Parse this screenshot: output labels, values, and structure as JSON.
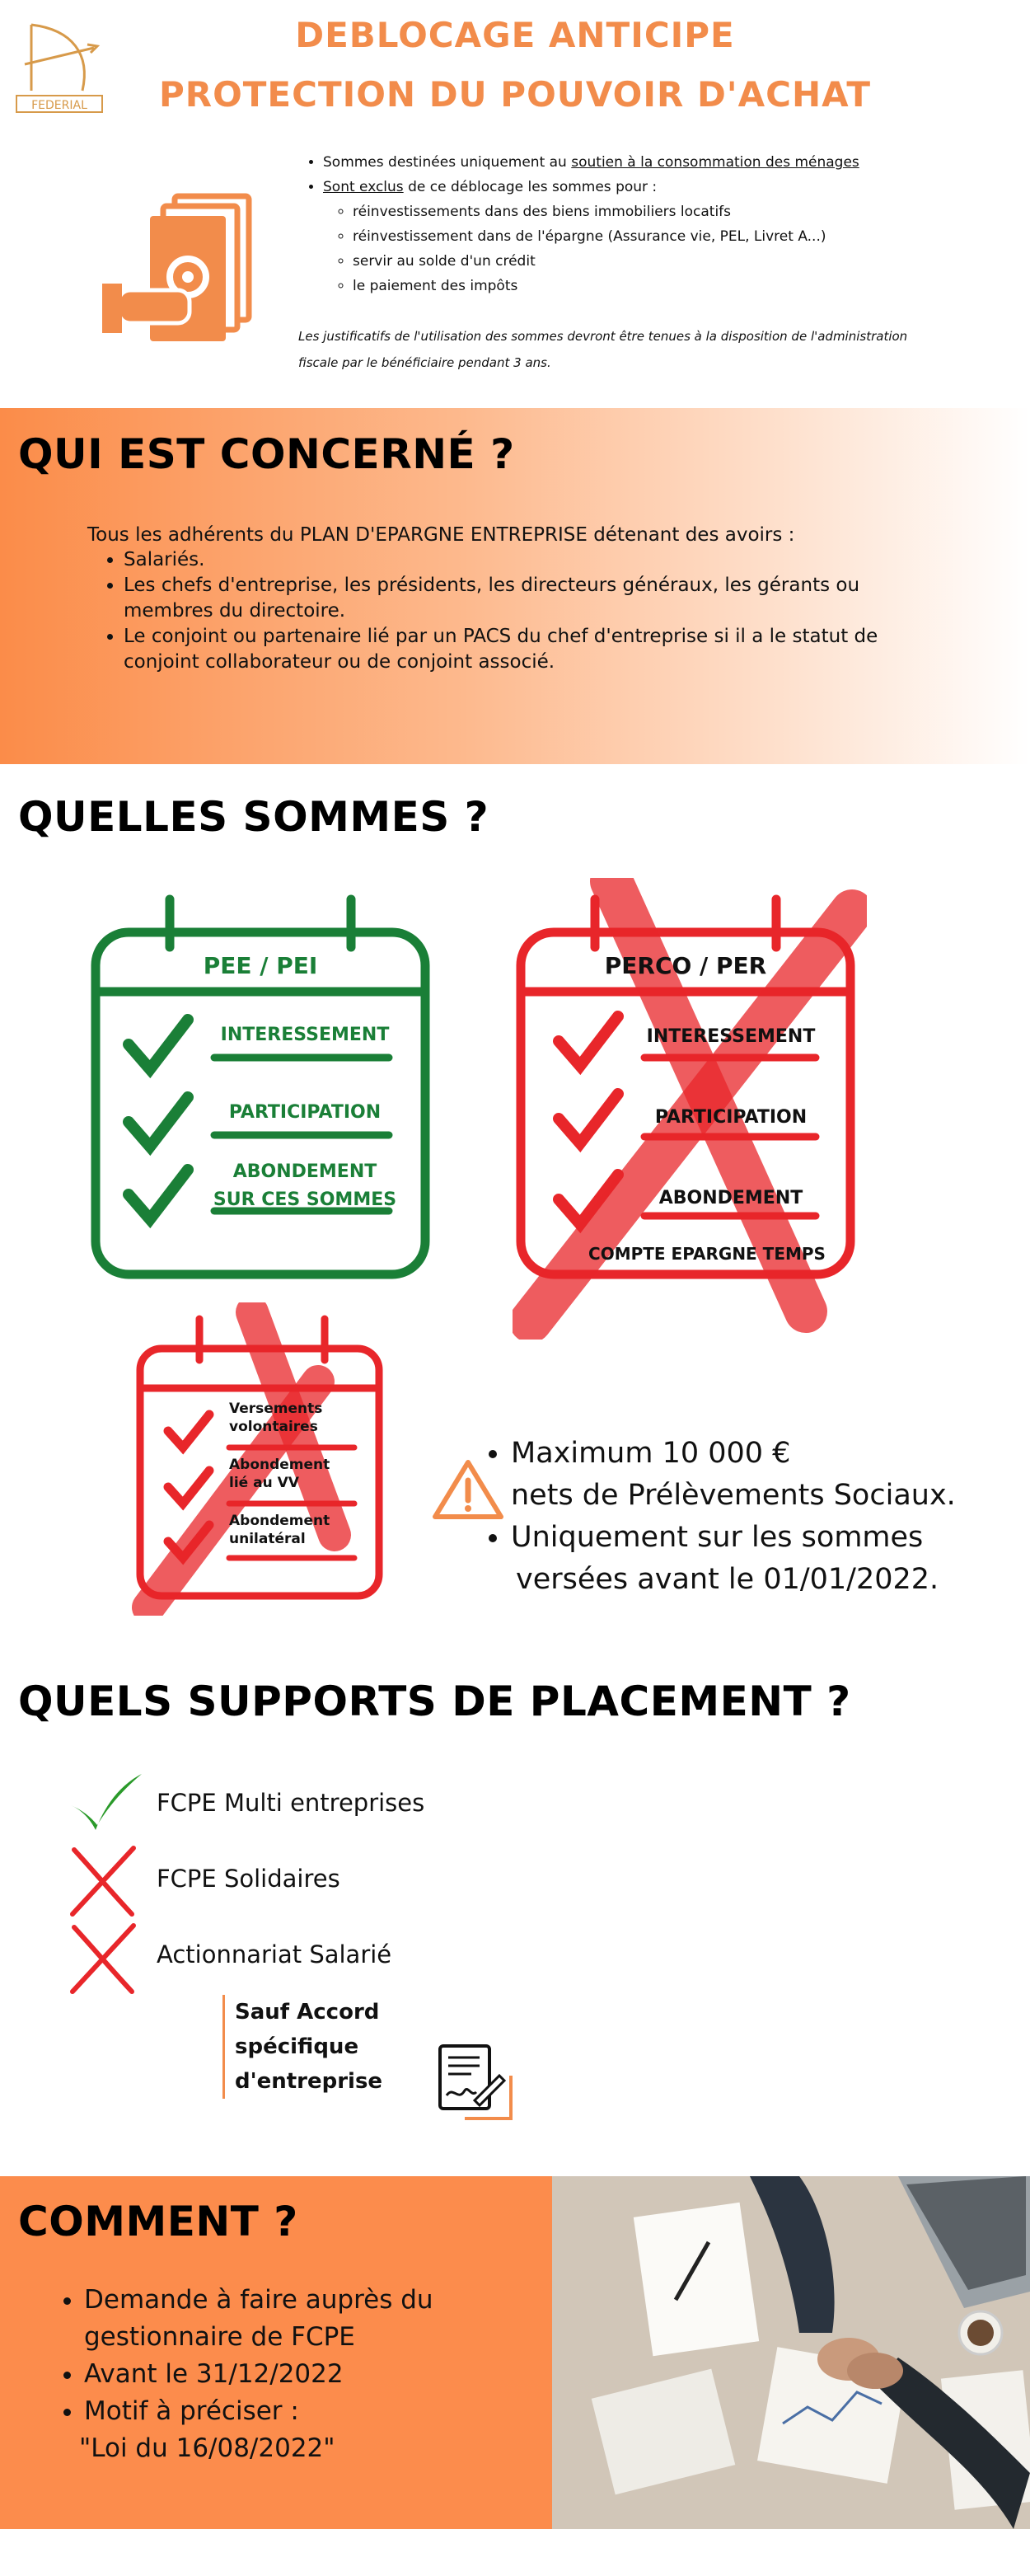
{
  "header": {
    "logo_text": "FEDERIAL",
    "title_line1": "DEBLOCAGE ANTICIPE",
    "title_line2": "PROTECTION DU POUVOIR D'ACHAT"
  },
  "intro": {
    "b1_prefix": "Sommes destinées uniquement au ",
    "b1_link": "soutien à la consommation des ménages",
    "b2_link": "Sont exclus",
    "b2_suffix": " de ce déblocage les sommes pour :",
    "exclusions": [
      "réinvestissements dans des biens immobiliers locatifs",
      "réinvestissement dans de l'épargne (Assurance vie, PEL, Livret A...)",
      "servir au solde d'un crédit",
      "le paiement des impôts"
    ],
    "note_line1": "Les justificatifs  de l'utilisation des sommes devront être tenues à la disposition de l'administration",
    "note_line2": "fiscale par le bénéficiaire pendant 3 ans."
  },
  "qui": {
    "heading": "QUI EST CONCERNÉ ?",
    "intro": "Tous les adhérents du PLAN D'EPARGNE ENTREPRISE détenant des avoirs :",
    "items": [
      "Salariés.",
      "Les chefs d'entreprise, les présidents, les directeurs généraux, les gérants ou membres du directoire.",
      "Le conjoint ou partenaire lié par un PACS du chef d'entreprise si il a le statut de conjoint collaborateur ou de conjoint associé."
    ]
  },
  "sommes": {
    "heading": "QUELLES SOMMES ?",
    "pee": {
      "title": "PEE / PEI",
      "items": [
        "INTERESSEMENT",
        "PARTICIPATION",
        "ABONDEMENT",
        "SUR CES SOMMES"
      ],
      "color": "#1a7f37"
    },
    "perco": {
      "title": "PERCO / PER",
      "items": [
        "INTERESSEMENT",
        "PARTICIPATION",
        "ABONDEMENT",
        "COMPTE EPARGNE TEMPS"
      ],
      "color": "#e8262a"
    },
    "vv": {
      "items": [
        "Versements",
        "volontaires",
        "Abondement",
        "lié au VV",
        "Abondement",
        "unilatéral"
      ]
    },
    "limits": [
      "Maximum 10 000 €",
      "nets de Prélèvements Sociaux.",
      "Uniquement sur les sommes",
      "versées avant le 01/01/2022."
    ]
  },
  "supports": {
    "heading": "QUELS SUPPORTS DE PLACEMENT ?",
    "items": [
      {
        "label": "FCPE Multi entreprises",
        "icon": "check-icon"
      },
      {
        "label": "FCPE Solidaires",
        "icon": "cross-icon"
      },
      {
        "label": "Actionnariat Salarié",
        "icon": "cross-icon"
      }
    ],
    "note_line1": "Sauf Accord spécifique",
    "note_line2": "d'entreprise"
  },
  "comment": {
    "heading": "COMMENT ?",
    "items": [
      "Demande à faire auprès du gestionnaire de FCPE",
      "Avant le 31/12/2022",
      "Motif à préciser :"
    ],
    "quote": "\"Loi du 16/08/2022\""
  },
  "colors": {
    "accent": "#f28c4b",
    "green": "#1a7f37",
    "red": "#e8262a"
  }
}
